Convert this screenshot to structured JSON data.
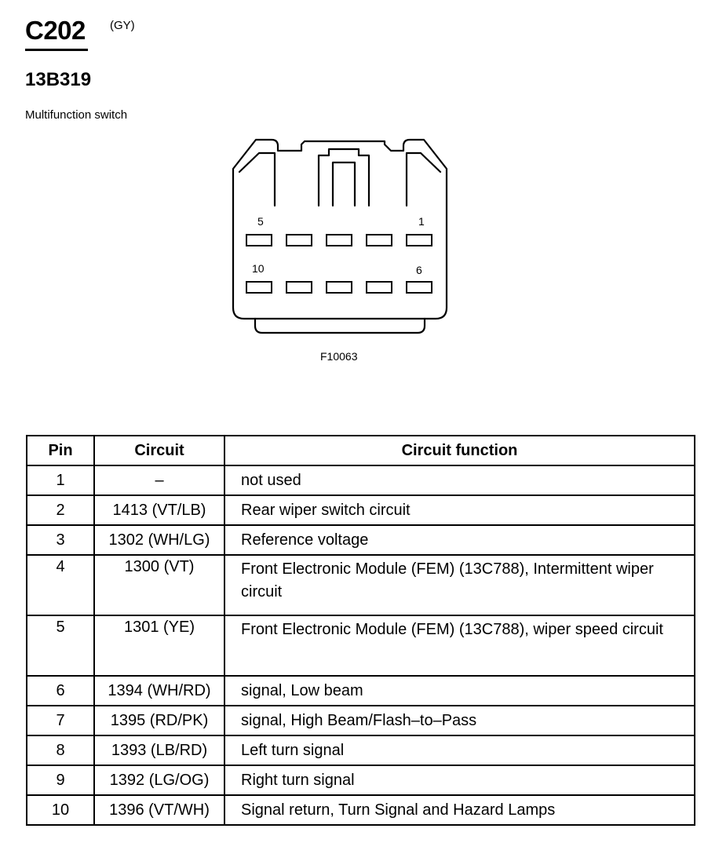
{
  "header": {
    "connector_id": "C202",
    "connector_color": "(GY)",
    "part_number": "13B319",
    "component_name": "Multifunction switch"
  },
  "diagram": {
    "pin_labels": [
      "5",
      "1",
      "10",
      "6"
    ],
    "figure_id": "F10063"
  },
  "table": {
    "headers": [
      "Pin",
      "Circuit",
      "Circuit function"
    ],
    "rows": [
      {
        "pin": "1",
        "circuit": "–",
        "function": "not used"
      },
      {
        "pin": "2",
        "circuit": "1413 (VT/LB)",
        "function": "Rear wiper switch circuit"
      },
      {
        "pin": "3",
        "circuit": "1302 (WH/LG)",
        "function": "Reference voltage"
      },
      {
        "pin": "4",
        "circuit": "1300 (VT)",
        "function": "Front Electronic Module (FEM) (13C788), Intermittent wiper circuit"
      },
      {
        "pin": "5",
        "circuit": "1301 (YE)",
        "function": "Front Electronic Module (FEM) (13C788), wiper speed circuit"
      },
      {
        "pin": "6",
        "circuit": "1394 (WH/RD)",
        "function": "signal, Low beam"
      },
      {
        "pin": "7",
        "circuit": "1395 (RD/PK)",
        "function": "signal, High Beam/Flash–to–Pass"
      },
      {
        "pin": "8",
        "circuit": "1393 (LB/RD)",
        "function": "Left turn signal"
      },
      {
        "pin": "9",
        "circuit": "1392 (LG/OG)",
        "function": "Right turn signal"
      },
      {
        "pin": "10",
        "circuit": "1396 (VT/WH)",
        "function": "Signal return, Turn Signal and Hazard Lamps"
      }
    ]
  }
}
